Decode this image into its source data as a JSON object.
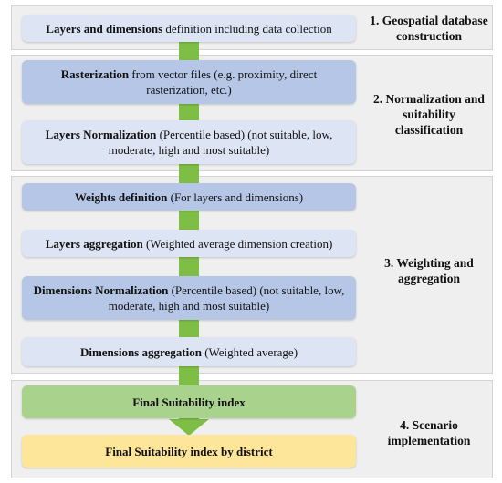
{
  "stage1": {
    "label": "1. Geospatial database construction",
    "box": {
      "bold": "Layers and dimensions",
      "text": " definition including data collection"
    }
  },
  "stage2": {
    "label": "2. Normalization and suitability classification",
    "box_rasterization": {
      "bold": "Rasterization",
      "text": " from vector files (e.g. proximity, direct rasterization, etc.)"
    },
    "box_layers_norm": {
      "bold": "Layers Normalization",
      "text": "  (Percentile based) (not suitable, low, moderate, high and most suitable)"
    }
  },
  "stage3": {
    "label": "3. Weighting and aggregation",
    "box_weights": {
      "bold": "Weights definition",
      "text": "  (For layers and dimensions)"
    },
    "box_layers_agg": {
      "bold": "Layers aggregation",
      "text": " (Weighted average dimension creation)"
    },
    "box_dims_norm": {
      "bold": "Dimensions Normalization",
      "text": "  (Percentile based)  (not suitable, low, moderate, high and most suitable)"
    },
    "box_dims_agg": {
      "bold": "Dimensions aggregation",
      "text": " (Weighted average)"
    }
  },
  "stage4": {
    "label": "4. Scenario implementation",
    "box_final": {
      "bold": "Final Suitability index",
      "text": ""
    },
    "box_final_district": {
      "bold": "Final Suitability index by district",
      "text": ""
    }
  },
  "colors": {
    "panel_bg": "#efefef",
    "box_light": "#dde4f3",
    "box_mid": "#b5c6e6",
    "box_green": "#a9d38c",
    "box_yellow": "#fde59a",
    "arrow": "#7ebe47"
  }
}
